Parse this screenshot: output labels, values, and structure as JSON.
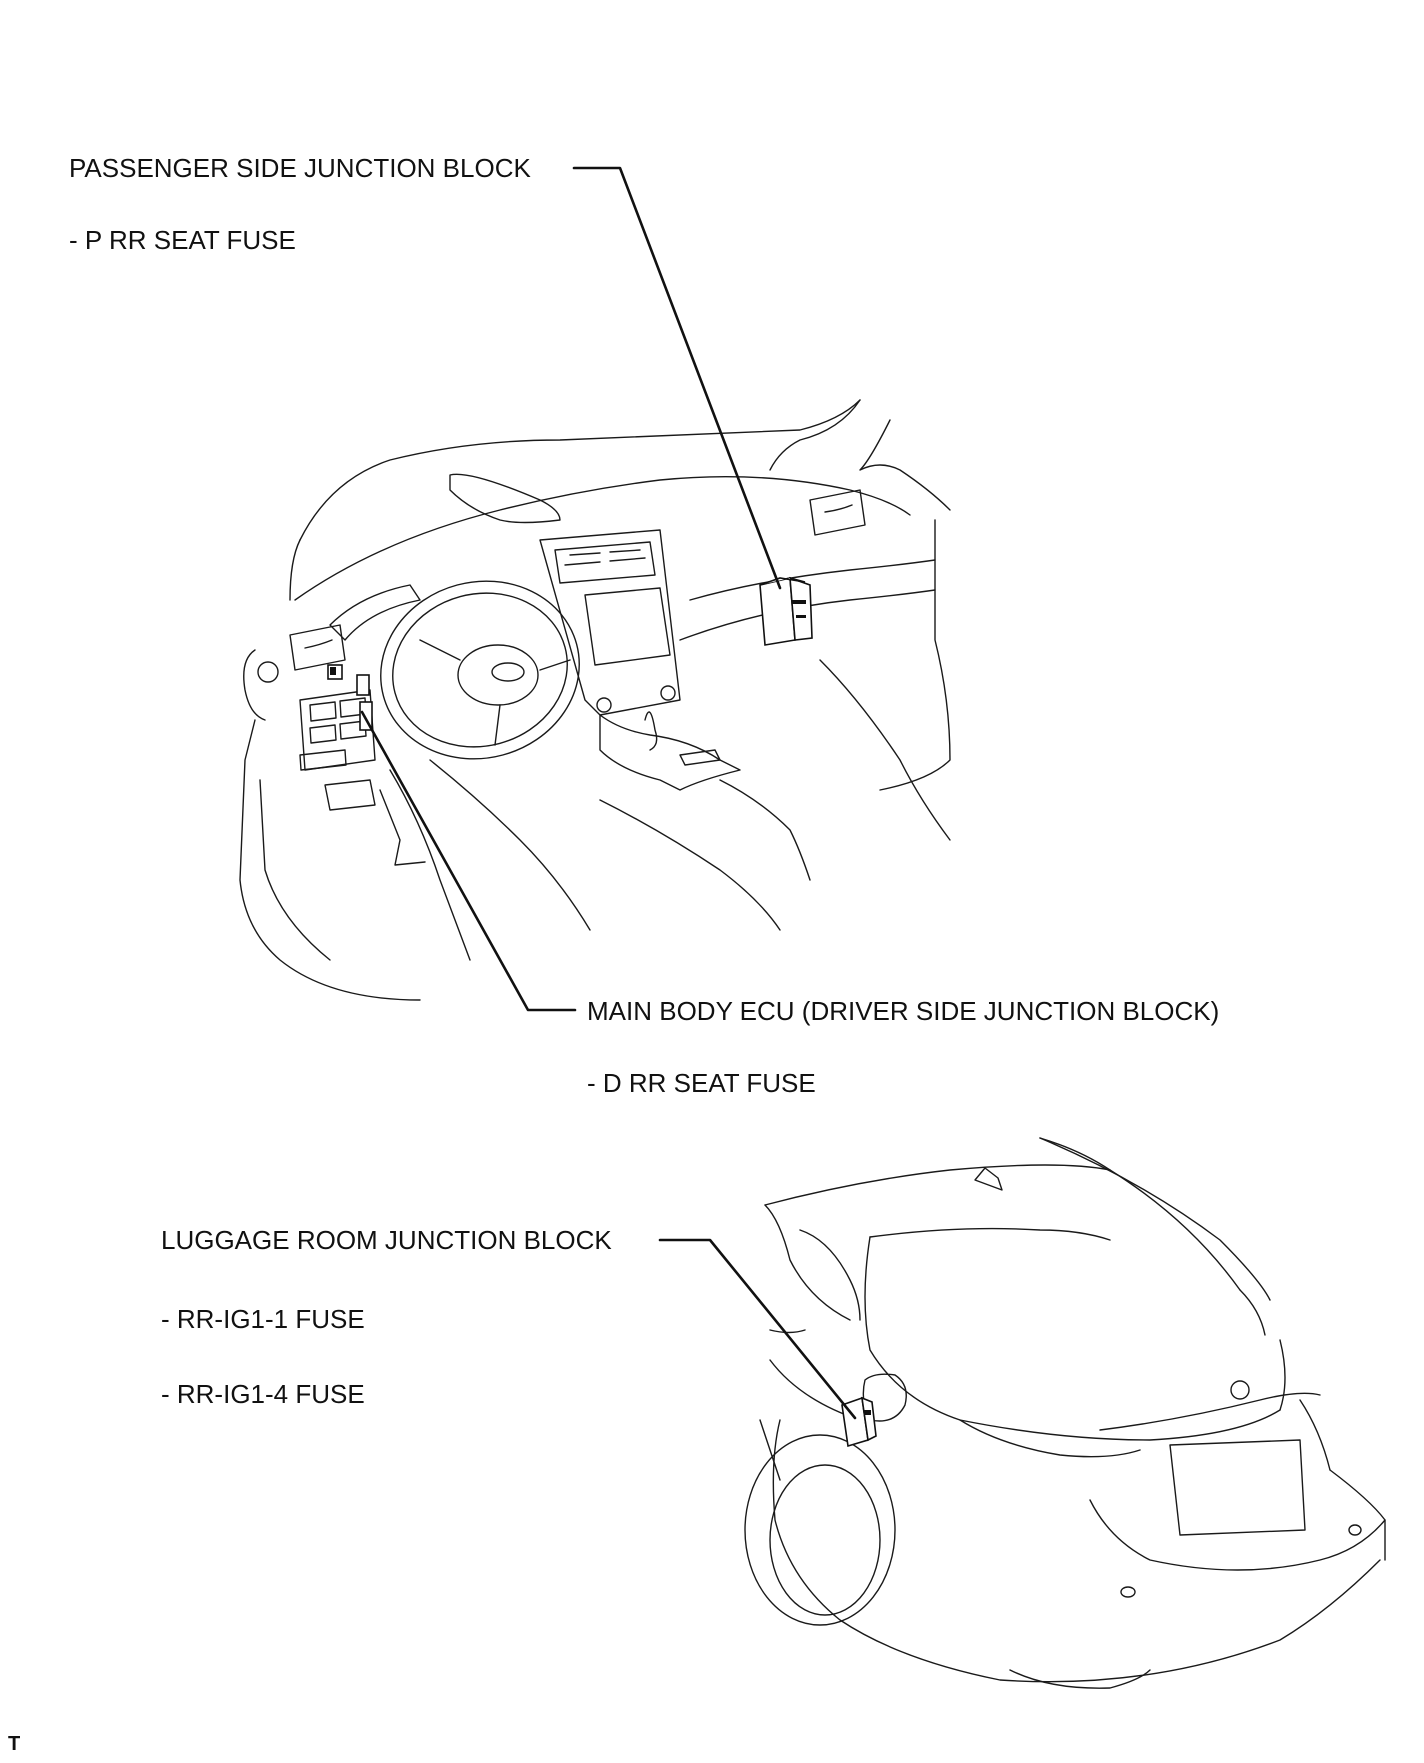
{
  "labels": {
    "passenger_block": "PASSENGER SIDE JUNCTION BLOCK",
    "passenger_fuse": "- P RR SEAT FUSE",
    "main_body_ecu": "MAIN BODY ECU (DRIVER SIDE JUNCTION BLOCK)",
    "driver_fuse": "- D RR SEAT FUSE",
    "luggage_block": "LUGGAGE ROOM JUNCTION BLOCK",
    "luggage_fuse_1": "- RR-IG1-1 FUSE",
    "luggage_fuse_4": "- RR-IG1-4 FUSE",
    "corner_mark": "T"
  }
}
